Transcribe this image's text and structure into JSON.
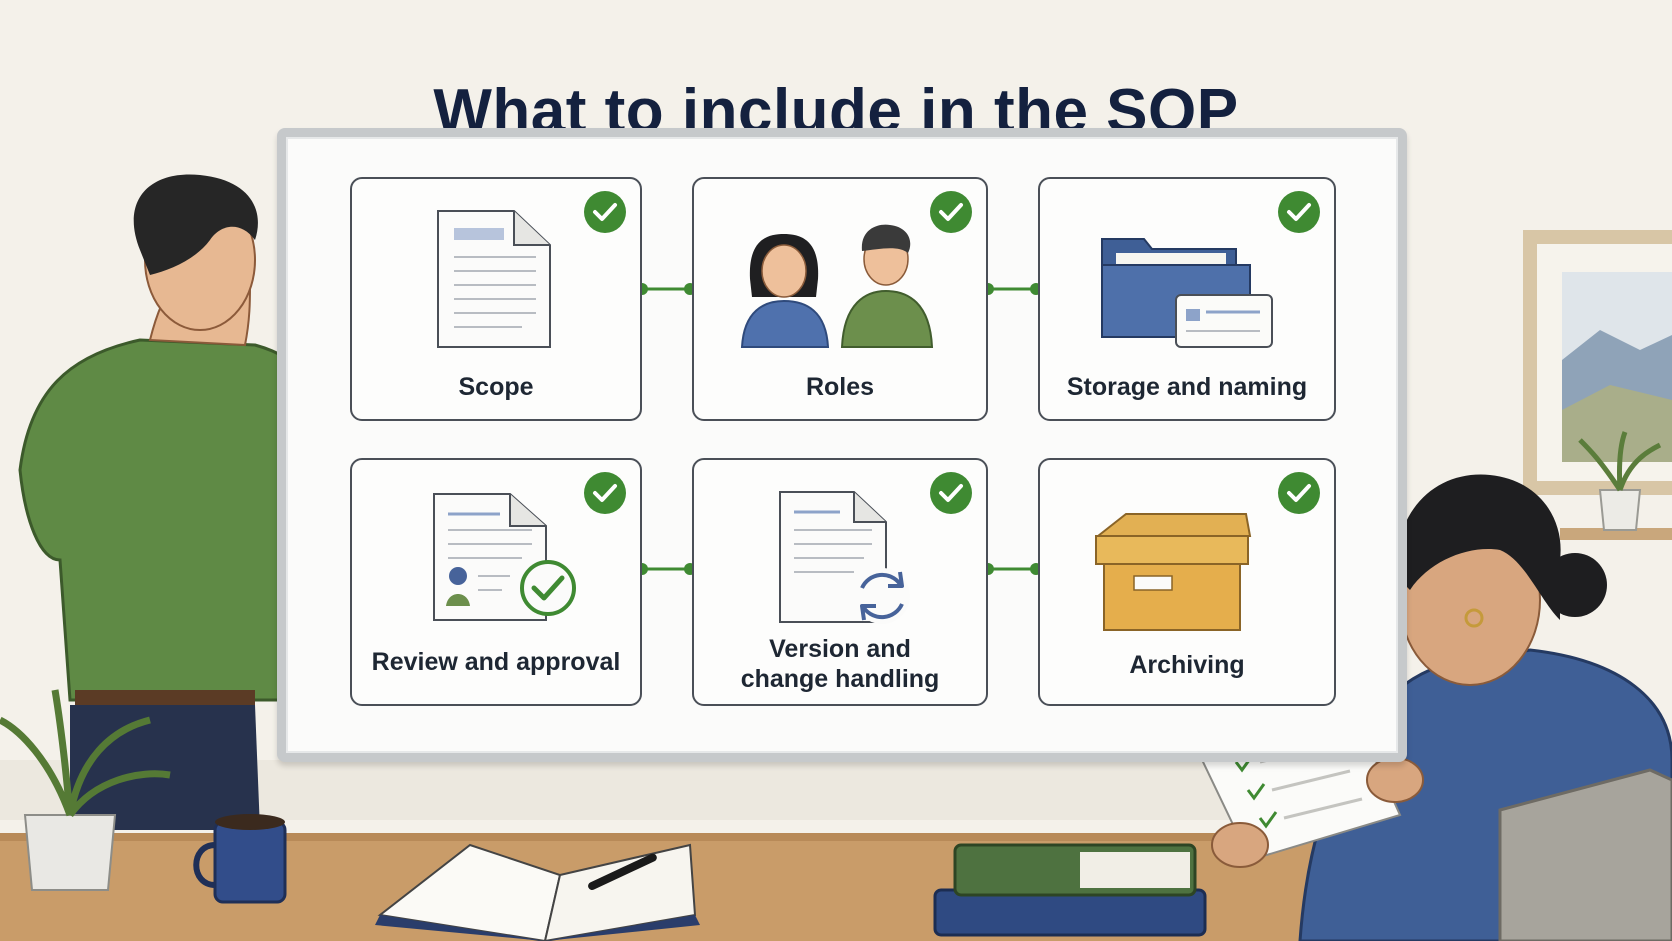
{
  "title": "What to include in the SOP",
  "items": [
    {
      "label": "Scope",
      "icon": "document-icon",
      "checked": true
    },
    {
      "label": "Roles",
      "icon": "people-icon",
      "checked": true
    },
    {
      "label": "Storage and naming",
      "icon": "folder-icon",
      "checked": true
    },
    {
      "label": "Review and approval",
      "icon": "approval-document-icon",
      "checked": true
    },
    {
      "label": "Version and\nchange handling",
      "icon": "version-document-icon",
      "checked": true
    },
    {
      "label": "Archiving",
      "icon": "archive-box-icon",
      "checked": true
    }
  ],
  "colors": {
    "title": "#14213f",
    "check": "#3f8a32",
    "connector": "#3f8a32",
    "card_border": "#4a4f57",
    "accent_blue": "#47639a",
    "accent_green": "#5f8a45"
  }
}
